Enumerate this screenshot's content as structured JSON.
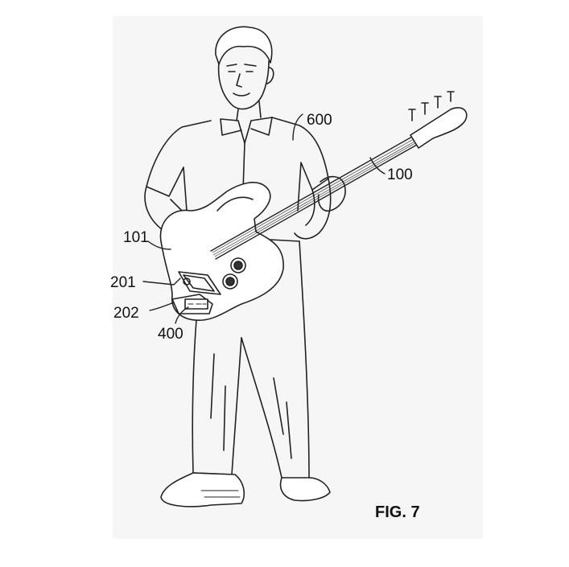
{
  "figure": {
    "caption": "FIG. 7",
    "reference_numerals": {
      "person": "600",
      "guitar": "100",
      "guitar_body": "101",
      "device_top": "201",
      "device_bottom": "202",
      "display": "400"
    }
  }
}
